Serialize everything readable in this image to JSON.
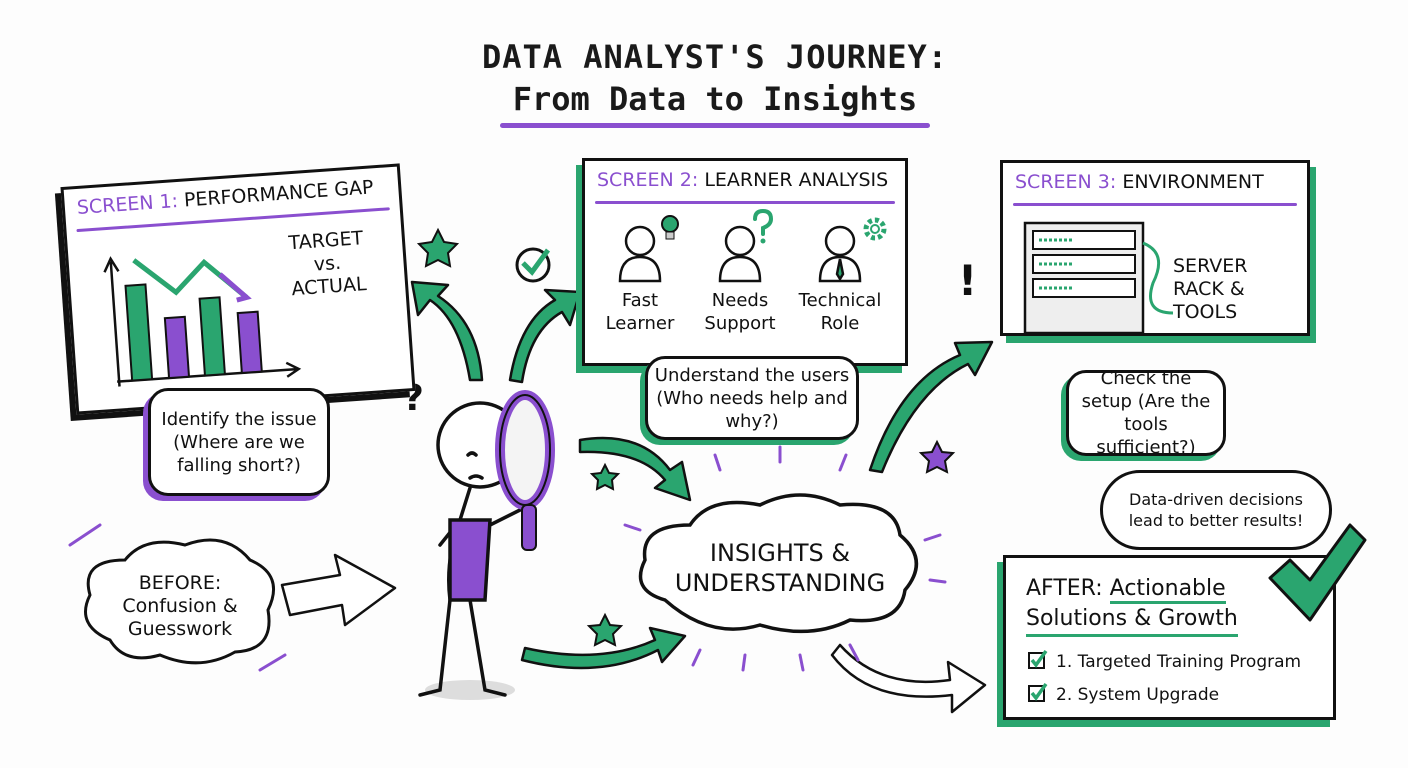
{
  "title": {
    "line1": "DATA ANALYST'S JOURNEY:",
    "line2": "From Data to Insights"
  },
  "colors": {
    "purple": "#8a4fcf",
    "green": "#2aa56f",
    "ink": "#111111"
  },
  "screen1": {
    "prefix": "SCREEN 1:",
    "title": "PERFORMANCE GAP",
    "annot1": "TARGET",
    "annot2": "vs.",
    "annot3": "ACTUAL",
    "bubble": "Identify the issue (Where are we falling short?)"
  },
  "screen2": {
    "prefix": "SCREEN 2:",
    "title": "LEARNER ANALYSIS",
    "personas": [
      {
        "line1": "Fast",
        "line2": "Learner",
        "icon": "lightbulb-icon"
      },
      {
        "line1": "Needs",
        "line2": "Support",
        "icon": "question-icon"
      },
      {
        "line1": "Technical",
        "line2": "Role",
        "icon": "gear-icon"
      }
    ],
    "bubble": "Understand the users (Who needs help and why?)"
  },
  "screen3": {
    "prefix": "SCREEN 3:",
    "title": "ENVIRONMENT",
    "label1": "SERVER",
    "label2": "RACK &",
    "label3": "TOOLS",
    "bubble": "Check the setup (Are the tools sufficient?)"
  },
  "before": {
    "line1": "BEFORE:",
    "line2": "Confusion &",
    "line3": "Guesswork"
  },
  "center": {
    "line1": "INSIGHTS &",
    "line2": "UNDERSTANDING"
  },
  "after": {
    "speech": "Data-driven decisions lead to better results!",
    "heading1": "AFTER: ",
    "heading1u": "Actionable",
    "heading2": "Solutions & Growth",
    "items": [
      "1. Targeted Training Program",
      "2. System Upgrade"
    ]
  },
  "marks": {
    "question": "?",
    "exclaim": "!"
  }
}
